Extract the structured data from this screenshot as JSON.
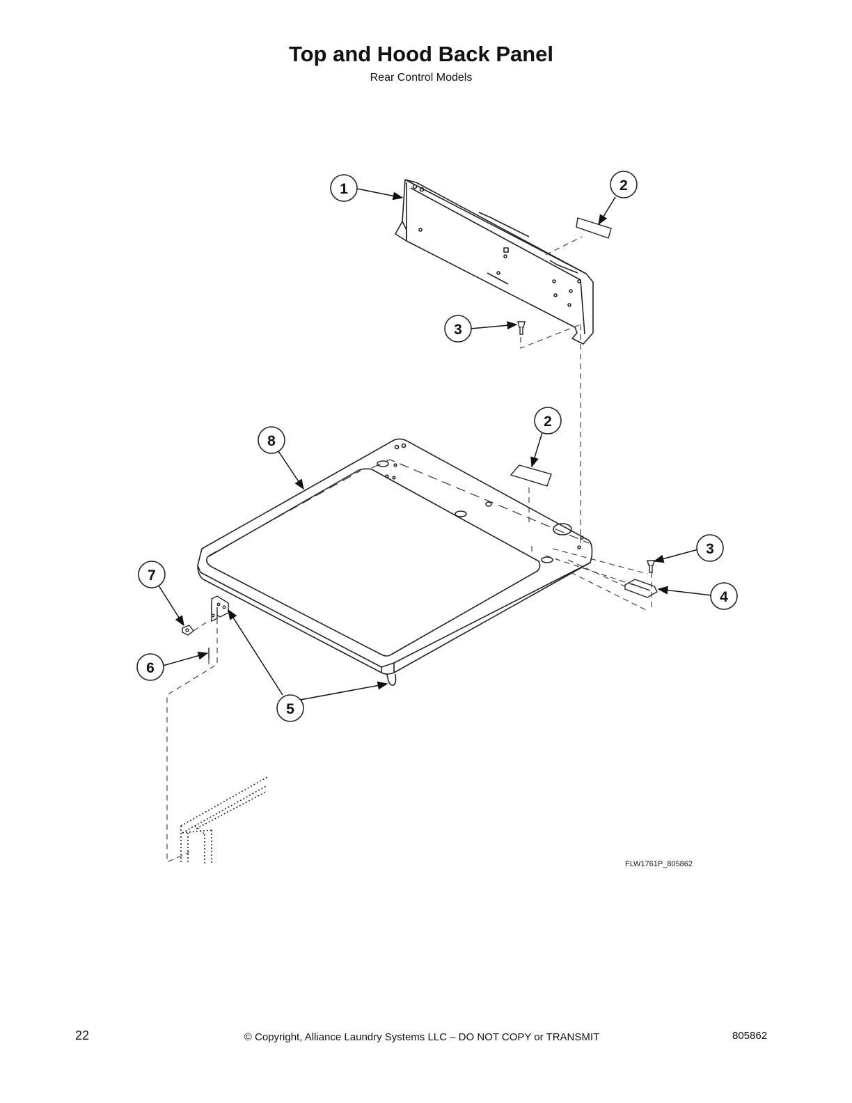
{
  "header": {
    "title": "Top and Hood Back Panel",
    "subtitle": "Rear Control Models"
  },
  "callouts": [
    {
      "label": "1"
    },
    {
      "label": "2"
    },
    {
      "label": "3"
    },
    {
      "label": "2"
    },
    {
      "label": "8"
    },
    {
      "label": "3"
    },
    {
      "label": "4"
    },
    {
      "label": "7"
    },
    {
      "label": "6"
    },
    {
      "label": "5"
    }
  ],
  "diagram": {
    "drawing_ref": "FLW1761P_805862"
  },
  "footer": {
    "page_number": "22",
    "copyright": "© Copyright, Alliance Laundry Systems LLC – DO NOT COPY or TRANSMIT",
    "doc_number": "805862"
  }
}
